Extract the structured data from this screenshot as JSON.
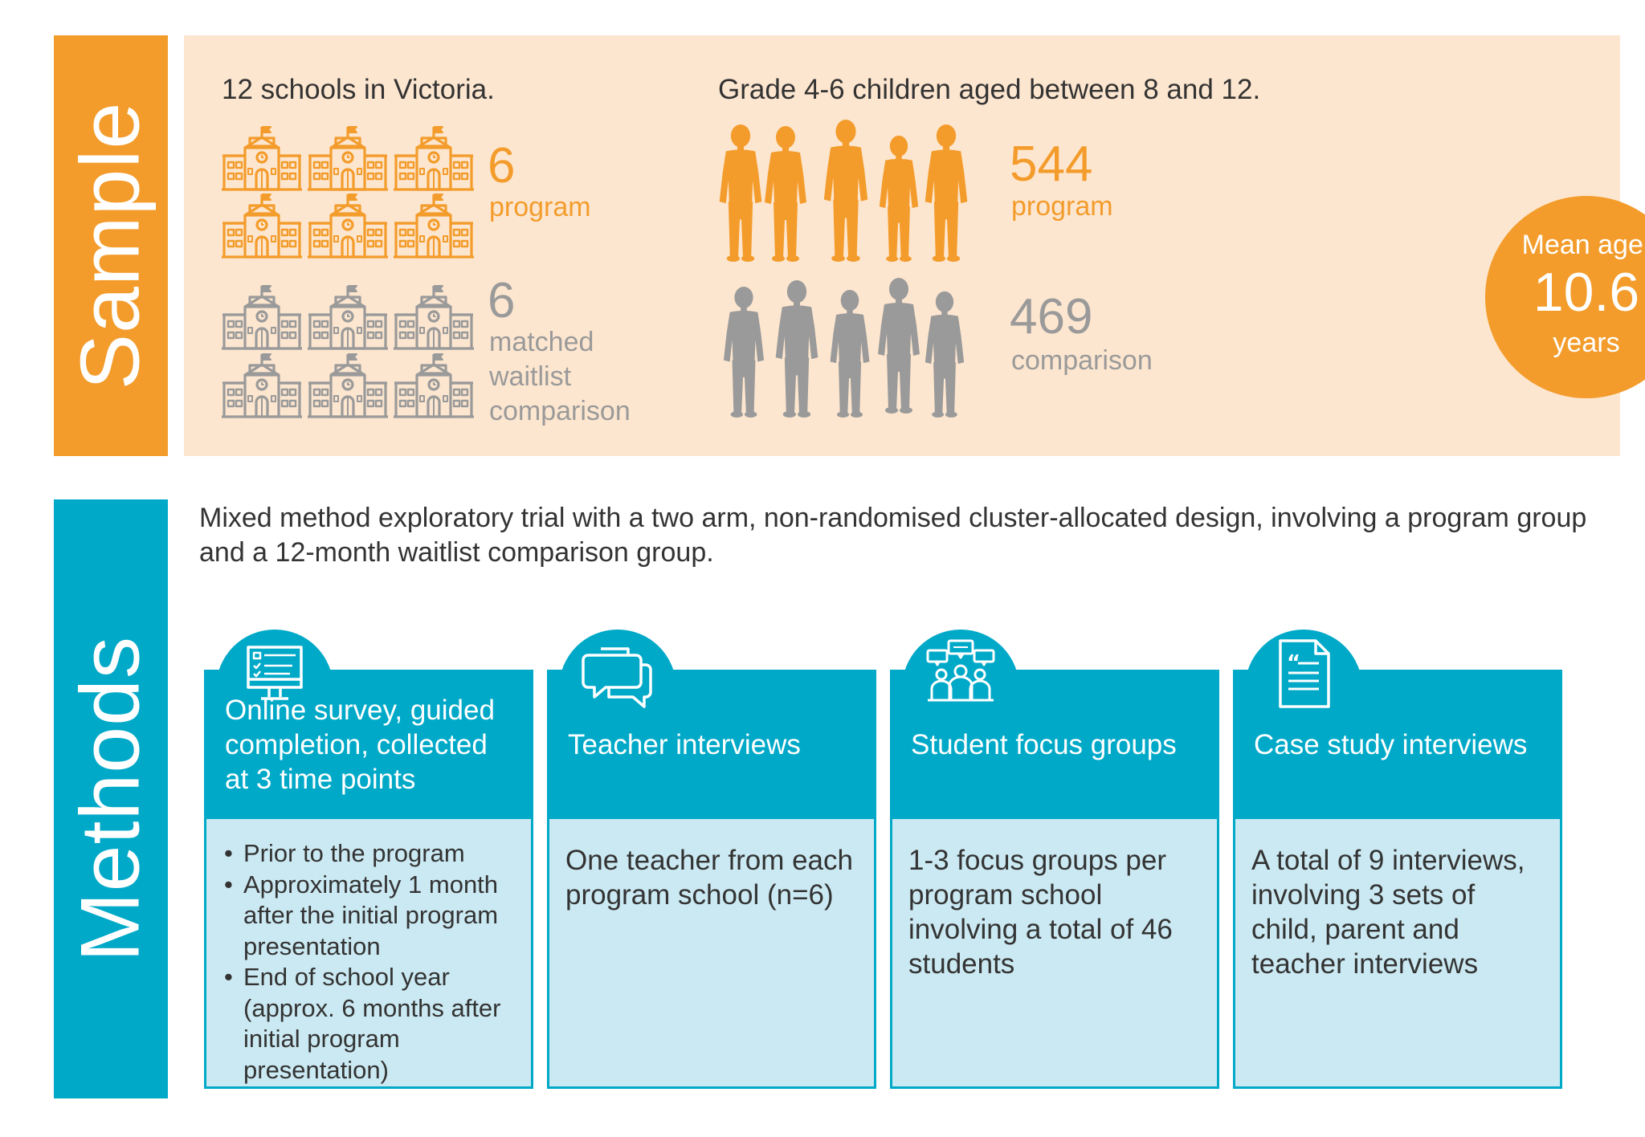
{
  "sample": {
    "tab_label": "Sample",
    "schools_heading": "12 schools in Victoria.",
    "children_heading": "Grade 4-6 children aged between 8 and 12.",
    "program_schools": {
      "count": "6",
      "label": "program"
    },
    "comparison_schools": {
      "count": "6",
      "lines": [
        "matched",
        "waitlist",
        "comparison"
      ]
    },
    "program_students": {
      "count": "544",
      "label": "program"
    },
    "comparison_students": {
      "count": "469",
      "label": "comparison"
    },
    "mean_age": {
      "label": "Mean age:",
      "value": "10.6",
      "unit": "years"
    }
  },
  "methods": {
    "tab_label": "Methods",
    "intro": "Mixed method exploratory trial with a two arm, non-randomised cluster-allocated design, involving a program group and a 12-month waitlist comparison group.",
    "cards": [
      {
        "title": "Online survey, guided completion, collected at 3 time points",
        "icon": "computer-survey-icon",
        "bullets": [
          "Prior to the program",
          "Approximately 1 month after the initial program presentation",
          "End of school year (approx. 6 months after initial program presentation)"
        ]
      },
      {
        "title": "Teacher interviews",
        "icon": "speech-bubbles-icon",
        "body": "One teacher from each program school (n=6)"
      },
      {
        "title": "Student focus groups",
        "icon": "group-discussion-icon",
        "body": "1-3 focus groups per program school involving a total of 46 students"
      },
      {
        "title": "Case study interviews",
        "icon": "quote-document-icon",
        "body": "A total of 9 interviews, involving 3 sets of child, parent and teacher interviews"
      }
    ]
  },
  "colors": {
    "orange": "#f39c2c",
    "peach_background": "#fde6cf",
    "teal": "#00a9c8",
    "light_teal": "#cbe9f2",
    "grey": "#9a9a9a"
  }
}
